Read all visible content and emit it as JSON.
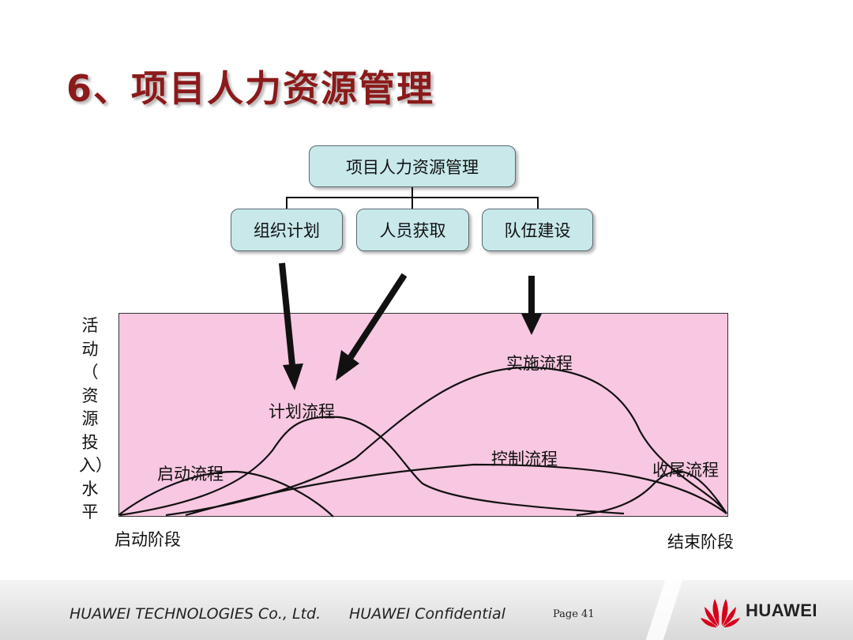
{
  "slide": {
    "title": "6、项目人力资源管理"
  },
  "org_chart": {
    "root": "项目人力资源管理",
    "children": [
      "组织计划",
      "人员获取",
      "队伍建设"
    ]
  },
  "process_chart": {
    "y_axis_label": [
      "活",
      "动",
      "（",
      "资",
      "源",
      "投",
      "入）",
      "水",
      "平"
    ],
    "x_start_label": "启动阶段",
    "x_end_label": "结束阶段",
    "processes": [
      "启动流程",
      "计划流程",
      "实施流程",
      "控制流程",
      "收尾流程"
    ],
    "colors": {
      "plot_background": "#f8c7e1",
      "box_fill": "#c8e8ea",
      "title": "#8b1a1a"
    }
  },
  "footer": {
    "company": "HUAWEI TECHNOLOGIES Co., Ltd.",
    "confidential": "HUAWEI Confidential",
    "page": "Page  41",
    "logo_text": "HUAWEI"
  }
}
